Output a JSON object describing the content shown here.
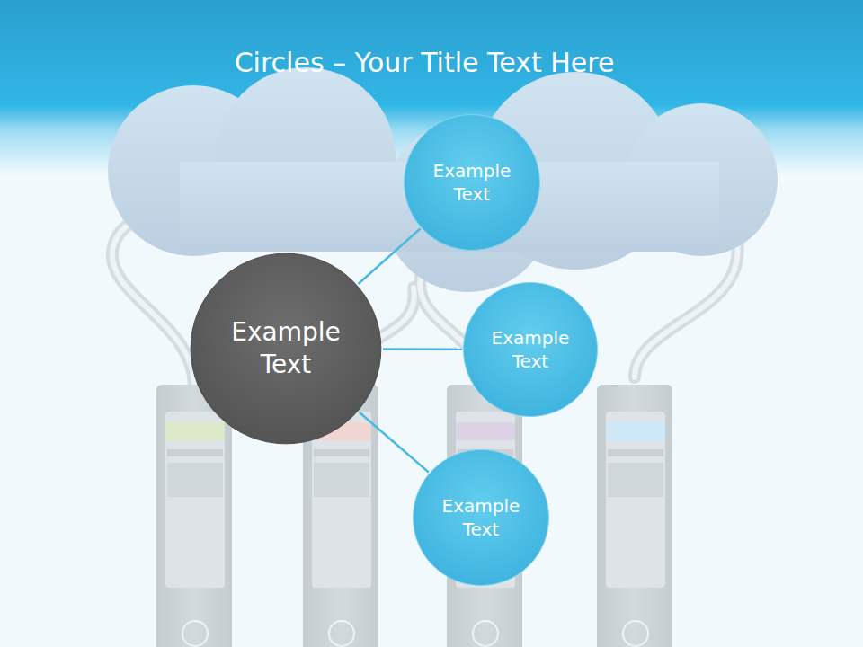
{
  "diagram": {
    "title": "Circles – Your Title Text Here",
    "nodes": [
      {
        "text": [
          "Example Text"
        ]
      },
      {
        "text": [
          "Example Text"
        ]
      },
      {
        "text": [
          "Example Text"
        ]
      },
      {
        "text": [
          "Example Text"
        ]
      }
    ],
    "edges": [
      {
        "from": 0,
        "to": 1,
        "arrow": "none"
      },
      {
        "from": 0,
        "to": 2,
        "arrow": "none"
      },
      {
        "from": 0,
        "to": 3,
        "arrow": "none"
      }
    ]
  }
}
